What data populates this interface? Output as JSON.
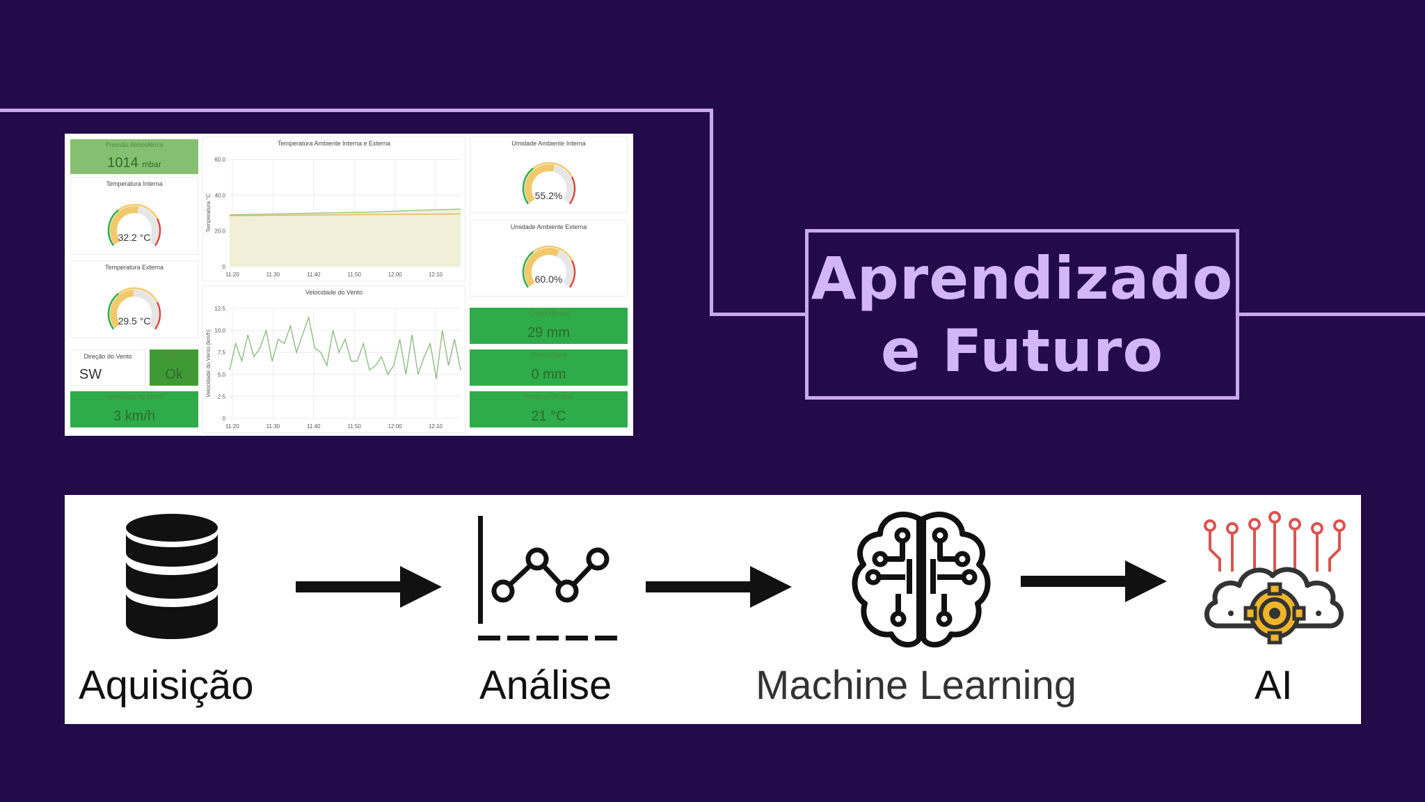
{
  "slide": {
    "title_line1": "Aprendizado",
    "title_line2": "e Futuro"
  },
  "dashboard": {
    "pressure": {
      "label": "Pressão Atmosférica",
      "value": "1014",
      "unit": "mbar"
    },
    "temp_internal": {
      "label": "Temperatura Interna",
      "value": "32.2 °C",
      "fill": 0.54
    },
    "temp_external": {
      "label": "Temperatura Externa",
      "value": "29.5 °C",
      "fill": 0.49
    },
    "wind_direction": {
      "label": "Direção do Vento",
      "value": "SW"
    },
    "status": {
      "label": "Status",
      "value": "Ok"
    },
    "wind_speed": {
      "label": "Velocidade do Vento",
      "value": "3 km/h"
    },
    "humidity_internal": {
      "label": "Umidade Ambiente Interna",
      "value": "55.2%",
      "fill": 0.552
    },
    "humidity_external": {
      "label": "Umidade Ambiente Externa",
      "value": "60.0%",
      "fill": 0.6
    },
    "rain_monthly": {
      "label": "Chuva Mensal",
      "value": "29 mm"
    },
    "rain_daily": {
      "label": "Chuva Diária",
      "value": "0 mm"
    },
    "dew_point": {
      "label": "Ponto de Orvalho",
      "value": "21 °C"
    },
    "colors": {
      "green": "#2eab4a",
      "light_green": "#85c070",
      "gauge_yellow": "#f2c96a",
      "gauge_red": "#d9443a"
    }
  },
  "chart_data": [
    {
      "type": "line",
      "title": "Temperatura Ambiente Interna e Externa",
      "ylabel": "Temperatura °C",
      "x": [
        "11:20",
        "11:30",
        "11:40",
        "11:50",
        "12:00",
        "12:10"
      ],
      "yticks": [
        "0",
        "20.0",
        "40.0",
        "60.0"
      ],
      "ylim": [
        0,
        60
      ],
      "series": [
        {
          "values": [
            29.0,
            29.5,
            30.0,
            30.5,
            31.5,
            32.2
          ],
          "color": "#9cc27a"
        },
        {
          "values": [
            28.5,
            28.7,
            28.9,
            29.1,
            29.3,
            29.5
          ],
          "color": "#e3b45a"
        }
      ],
      "grid": true
    },
    {
      "type": "line",
      "title": "Velocidade do Vento",
      "ylabel": "Velocidade do Vento (km/h)",
      "x": [
        "11:20",
        "11:30",
        "11:40",
        "11:50",
        "12:00",
        "12:10"
      ],
      "yticks": [
        "0",
        "2.5",
        "5.0",
        "7.5",
        "10.0",
        "12.5"
      ],
      "ylim": [
        0,
        12.5
      ],
      "series": [
        {
          "values": [
            5.5,
            8.5,
            6.5,
            9.5,
            7,
            8,
            10,
            6.5,
            9,
            8.5,
            10.5,
            7.5,
            9.5,
            11.5,
            8,
            7.5,
            6,
            10,
            7.5,
            9,
            6.5,
            6.5,
            8.5,
            5.5,
            6,
            7,
            5,
            6,
            9,
            5,
            9.5,
            5,
            7,
            8.5,
            4.5,
            10,
            6,
            9,
            5.5
          ],
          "color": "#8dba84"
        }
      ],
      "grid": true
    }
  ],
  "pipeline": {
    "steps": [
      {
        "label": "Aquisição",
        "icon": "database-icon"
      },
      {
        "label": "Análise",
        "icon": "line-chart-icon"
      },
      {
        "label": "Machine Learning",
        "icon": "brain-circuit-icon"
      },
      {
        "label": "AI",
        "icon": "ai-cloud-gear-icon"
      }
    ]
  }
}
